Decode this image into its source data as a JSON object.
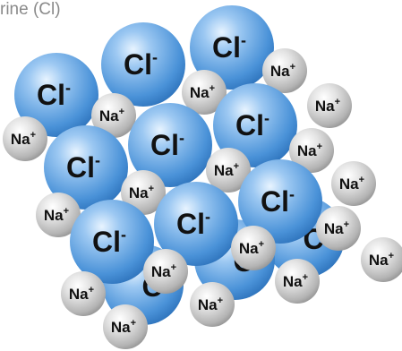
{
  "caption": "rine (Cl)",
  "chloride_symbol": "Cl",
  "sodium_symbol": "Na",
  "chloride_charge": "-",
  "sodium_charge": "+",
  "colors": {
    "chloride": "#4a92d8",
    "sodium": "#c8c8c8",
    "text": "#111111"
  },
  "chloride_partial_label": "C"
}
